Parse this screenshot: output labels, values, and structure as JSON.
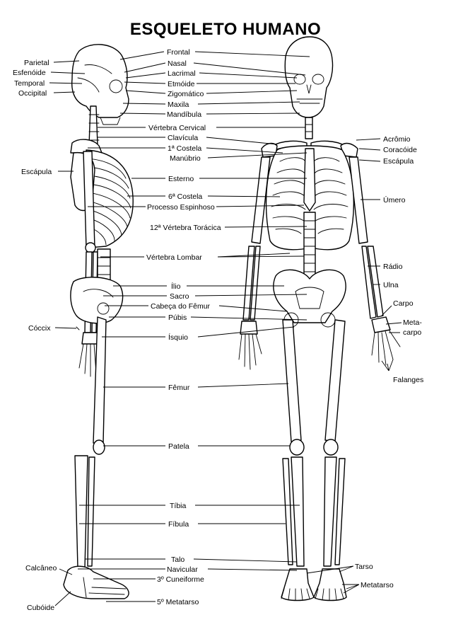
{
  "title": "ESQUELETO HUMANO",
  "labels": {
    "parietal": "Parietal",
    "esfenoide": "Esfenóide",
    "temporal": "Temporal",
    "occipital": "Occipital",
    "escapula_left": "Escápula",
    "coccix": "Cóccix",
    "calcaneo": "Calcâneo",
    "cuboide": "Cubóide",
    "frontal": "Frontal",
    "nasal": "Nasal",
    "lacrimal": "Lacrimal",
    "etmoide": "Etmóide",
    "zigomatico": "Zigomático",
    "maxila": "Maxila",
    "mandibula": "Mandíbula",
    "vertebra_cervical": "Vértebra Cervical",
    "clavicula": "Clavícula",
    "costela_1": "1ª Costela",
    "manubrio": "Manúbrio",
    "esterno": "Esterno",
    "costela_6": "6ª Costela",
    "processo_espinhoso": "Processo Espinhoso",
    "vertebra_toracica_12": "12ª Vértebra Torácica",
    "vertebra_lombar": "Vértebra Lombar",
    "ilio": "Ílio",
    "sacro": "Sacro",
    "cabeca_femur": "Cabeça do Fêmur",
    "pubis": "Púbis",
    "isquio": "Ísquio",
    "femur": "Fêmur",
    "patela": "Patela",
    "tibia": "Tíbia",
    "fibula": "Fíbula",
    "talo": "Talo",
    "navicular": "Navicular",
    "cuneiforme_3": "3º Cuneiforme",
    "metatarso_5": "5º Metatarso",
    "acromio": "Acrômio",
    "coracoide": "Coracóide",
    "escapula_right": "Escápula",
    "umero": "Úmero",
    "radio": "Rádio",
    "ulna": "Ulna",
    "carpo": "Carpo",
    "metacarpo_1": "Meta-",
    "metacarpo_2": "carpo",
    "falanges": "Falanges",
    "tarso": "Tarso",
    "metatarso": "Metatarso"
  }
}
